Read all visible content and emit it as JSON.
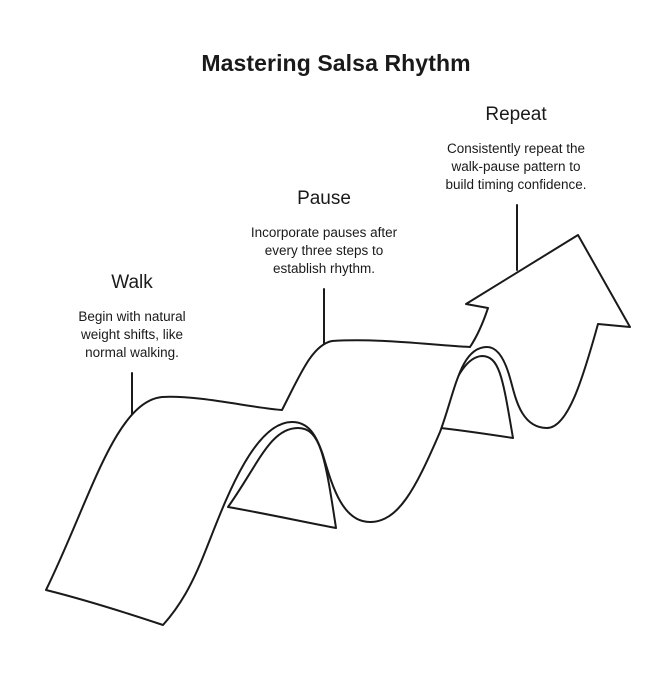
{
  "title": "Mastering Salsa Rhythm",
  "stages": [
    {
      "title": "Walk",
      "description": "Begin with natural\nweight shifts, like\nnormal walking."
    },
    {
      "title": "Pause",
      "description": "Incorporate pauses after\nevery three steps to\nestablish rhythm."
    },
    {
      "title": "Repeat",
      "description": "Consistently repeat the\nwalk-pause pattern to\nbuild timing confidence."
    }
  ],
  "colors": {
    "stroke": "#1a1a1a",
    "fill": "#ffffff"
  },
  "icon": "wavy-ribbon-arrow"
}
